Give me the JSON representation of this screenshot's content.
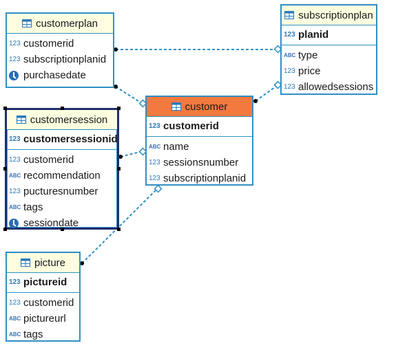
{
  "entities": {
    "customerplan": {
      "title": "customerplan",
      "columns": [
        {
          "type": "123",
          "name": "customerid"
        },
        {
          "type": "123",
          "name": "subscriptionplanid"
        },
        {
          "type": "clock",
          "name": "purchasedate"
        }
      ]
    },
    "subscriptionplan": {
      "title": "subscriptionplan",
      "pk": {
        "type": "123",
        "name": "planid"
      },
      "columns": [
        {
          "type": "ABC",
          "name": "type"
        },
        {
          "type": "123",
          "name": "price"
        },
        {
          "type": "123",
          "name": "allowedsessions"
        }
      ]
    },
    "customersession": {
      "title": "customersession",
      "pk": {
        "type": "123",
        "name": "customersessionid"
      },
      "columns": [
        {
          "type": "123",
          "name": "customerid"
        },
        {
          "type": "ABC",
          "name": "recommendation"
        },
        {
          "type": "123",
          "name": "pucturesnumber"
        },
        {
          "type": "ABC",
          "name": "tags"
        },
        {
          "type": "clock",
          "name": "sessiondate"
        }
      ]
    },
    "customer": {
      "title": "customer",
      "pk": {
        "type": "123",
        "name": "customerid"
      },
      "columns": [
        {
          "type": "ABC",
          "name": "name"
        },
        {
          "type": "123",
          "name": "sessionsnumber"
        },
        {
          "type": "123",
          "name": "subscriptionplanid"
        }
      ]
    },
    "picture": {
      "title": "picture",
      "pk": {
        "type": "123",
        "name": "pictureid"
      },
      "columns": [
        {
          "type": "123",
          "name": "customerid"
        },
        {
          "type": "ABC",
          "name": "pictureurl"
        },
        {
          "type": "ABC",
          "name": "tags"
        }
      ]
    }
  },
  "colors": {
    "border": "#2f8fc3",
    "header": "#fdfde0",
    "selected_header": "#f27a3f",
    "link": "#2f8fc3"
  }
}
